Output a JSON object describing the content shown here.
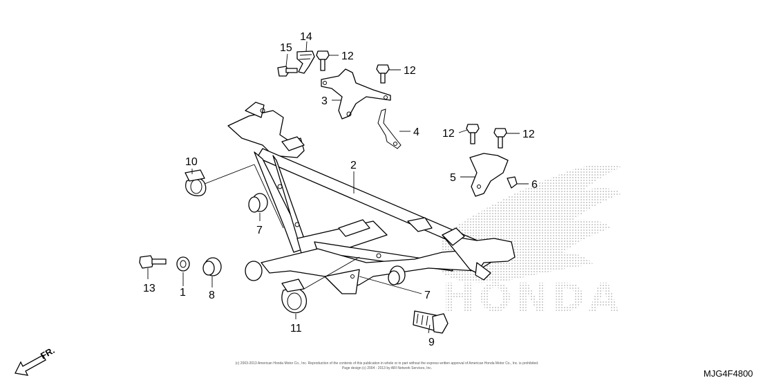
{
  "callouts": {
    "c1": "1",
    "c2": "2",
    "c3": "3",
    "c4": "4",
    "c5": "5",
    "c6": "6",
    "c7": "7",
    "c8": "8",
    "c9": "9",
    "c10": "10",
    "c11": "11",
    "c12": "12",
    "c13": "13",
    "c14": "14",
    "c15": "15"
  },
  "watermark": {
    "brand": "HONDA"
  },
  "direction": {
    "label": "FR."
  },
  "copyright": {
    "line1": "(c) 2003-2013 American Honda Motor Co., Inc. Reproduction of the contents of this publication in whole or in part without the express written approval of American Honda Motor Co., Inc. is prohibited.",
    "line2": "Page design (c) 2004 - 2013 by ARI Network Services, Inc."
  },
  "figure": {
    "code": "MJG4F4800"
  }
}
